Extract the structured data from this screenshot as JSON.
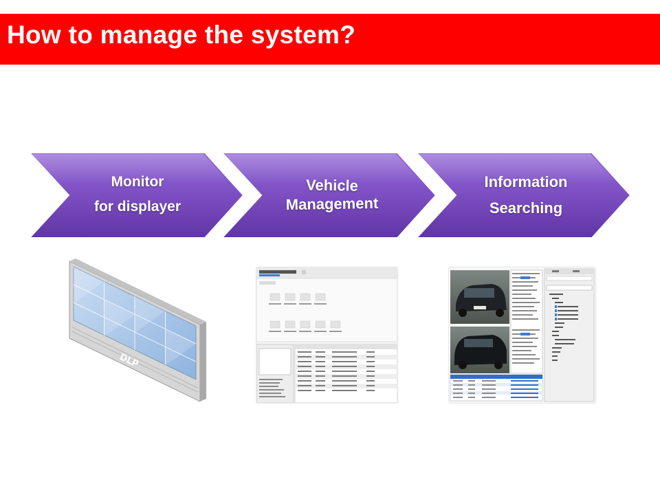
{
  "slide": {
    "title": "How to manage the system?",
    "title_bar_color": "#ff0000",
    "accent_purple": "#7c4ec2"
  },
  "steps": [
    {
      "line1": "Monitor",
      "line2": "for displayer"
    },
    {
      "line1": "Vehicle",
      "line2": "Management"
    },
    {
      "line1": "Information",
      "line2": "Searching"
    }
  ],
  "images": {
    "dlp_wall": {
      "icon": "dlp-video-wall",
      "brand_text": "DLP"
    },
    "vehicle_management": {
      "icon": "vehicle-management-software-screenshot"
    },
    "information_searching": {
      "icon": "information-searching-software-screenshot"
    }
  }
}
